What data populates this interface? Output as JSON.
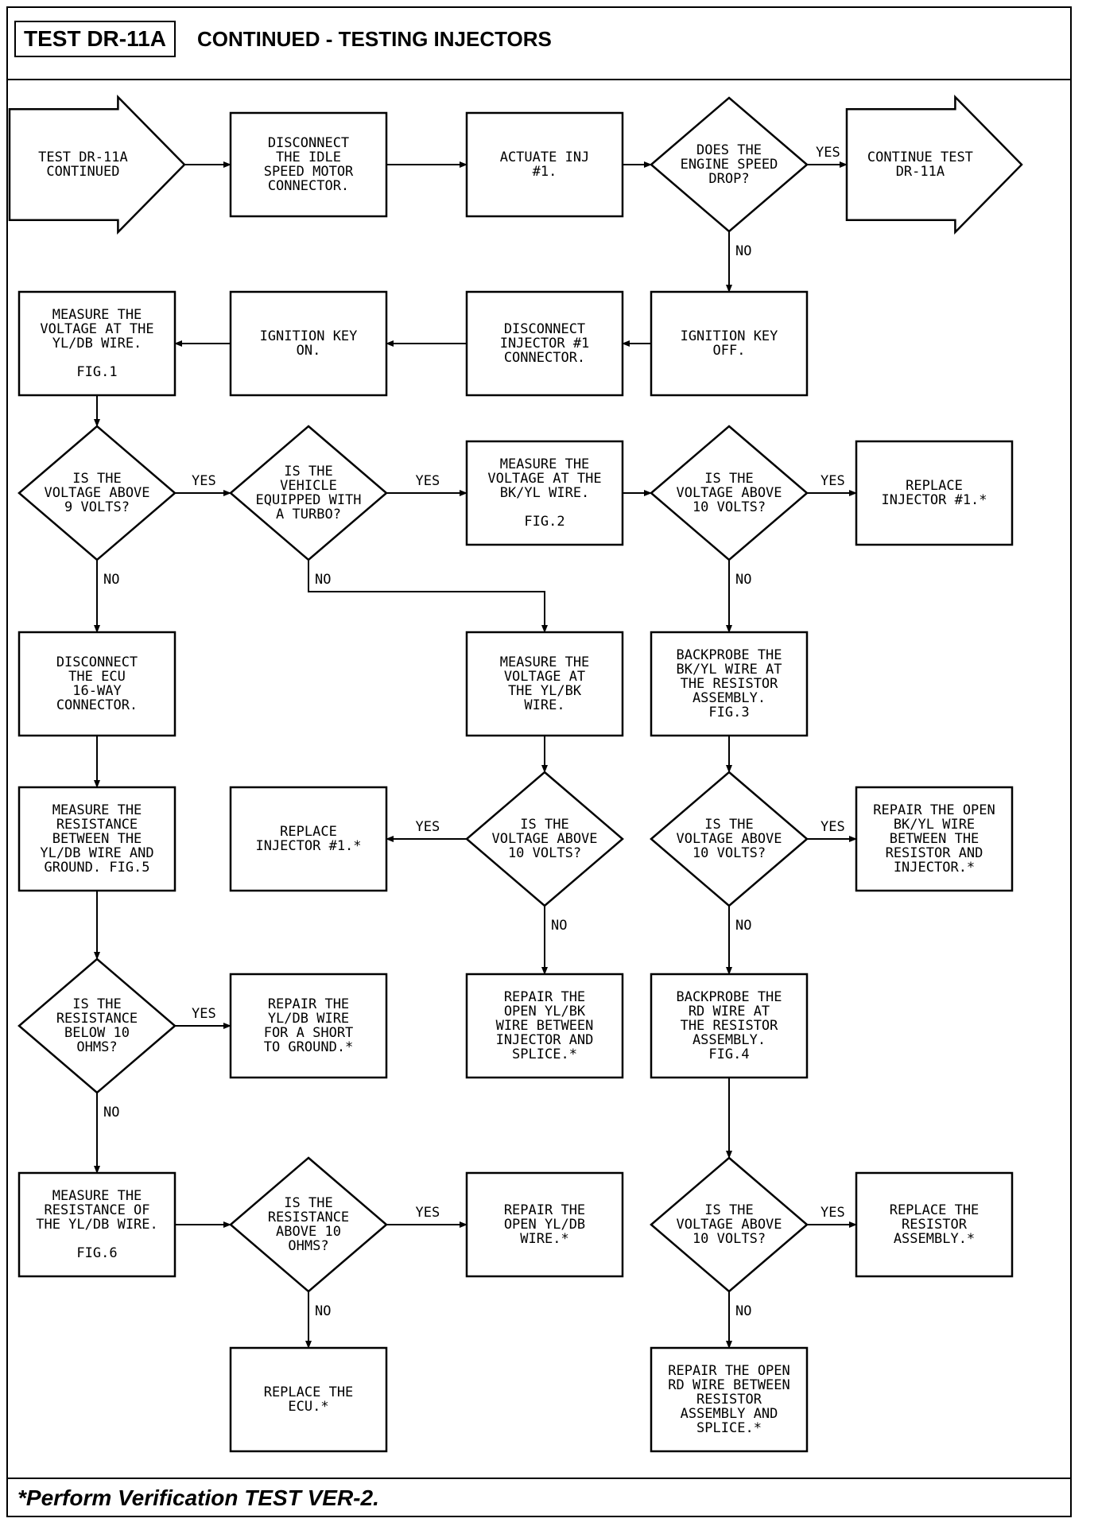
{
  "header": {
    "test_id": "TEST DR-11A",
    "title": "CONTINUED - TESTING INJECTORS"
  },
  "footer": {
    "note": "*Perform Verification TEST VER-2."
  },
  "flow": {
    "start": "TEST DR-11A\nCONTINUED",
    "disconnect_isc": "DISCONNECT\nTHE IDLE\nSPEED MOTOR\nCONNECTOR.",
    "actuate_inj": "ACTUATE INJ\n#1.",
    "rpm_drop_q": "DOES THE\nENGINE SPEED\nDROP?",
    "continue_test": "CONTINUE TEST\nDR-11A",
    "key_off": "IGNITION KEY\nOFF.",
    "disconnect_inj": "DISCONNECT\nINJECTOR #1\nCONNECTOR.",
    "key_on": "IGNITION KEY\nON.",
    "measure_yldb": "MEASURE THE\nVOLTAGE AT THE\nYL/DB WIRE.\n \nFIG.1",
    "volt_9_q": "IS THE\nVOLTAGE ABOVE\n9 VOLTS?",
    "turbo_q": "IS THE\nVEHICLE\nEQUIPPED WITH\nA TURBO?",
    "measure_bkyl": "MEASURE THE\nVOLTAGE AT THE\nBK/YL WIRE.\n \nFIG.2",
    "volt_10_q1": "IS THE\nVOLTAGE ABOVE\n10 VOLTS?",
    "replace_inj_a": "REPLACE\nINJECTOR #1.*",
    "disconnect_ecu": "DISCONNECT\nTHE ECU\n16-WAY\nCONNECTOR.",
    "measure_ylbk": "MEASURE THE\nVOLTAGE AT\nTHE YL/BK\nWIRE.",
    "backprobe_bkyl": "BACKPROBE THE\nBK/YL WIRE AT\nTHE RESISTOR\nASSEMBLY.\nFIG.3",
    "measure_res_ground": "MEASURE THE\nRESISTANCE\nBETWEEN THE\nYL/DB WIRE AND\nGROUND. FIG.5",
    "replace_inj_b": "REPLACE\nINJECTOR #1.*",
    "volt_10_q2": "IS THE\nVOLTAGE ABOVE\n10 VOLTS?",
    "volt_10_q3": "IS THE\nVOLTAGE ABOVE\n10 VOLTS?",
    "repair_bkyl": "REPAIR THE OPEN\nBK/YL WIRE\nBETWEEN THE\nRESISTOR AND\nINJECTOR.*",
    "res_below_10_q": "IS THE\nRESISTANCE\nBELOW 10\nOHMS?",
    "repair_short": "REPAIR THE\nYL/DB WIRE\nFOR A SHORT\nTO GROUND.*",
    "repair_ylbk": "REPAIR THE\nOPEN YL/BK\nWIRE BETWEEN\nINJECTOR AND\nSPLICE.*",
    "backprobe_rd": "BACKPROBE THE\nRD WIRE AT\nTHE RESISTOR\nASSEMBLY.\nFIG.4",
    "measure_res_yldb": "MEASURE THE\nRESISTANCE OF\nTHE YL/DB WIRE.\n \nFIG.6",
    "res_above_10_q": "IS THE\nRESISTANCE\nABOVE 10\nOHMS?",
    "repair_yldb_open": "REPAIR THE\nOPEN YL/DB\nWIRE.*",
    "volt_10_q4": "IS THE\nVOLTAGE ABOVE\n10 VOLTS?",
    "replace_resistor": "REPLACE THE\nRESISTOR\nASSEMBLY.*",
    "replace_ecu": "REPLACE THE\nECU.*",
    "repair_rd": "REPAIR THE OPEN\nRD WIRE BETWEEN\nRESISTOR\nASSEMBLY AND\nSPLICE.*",
    "yes": "YES",
    "no": "NO"
  }
}
